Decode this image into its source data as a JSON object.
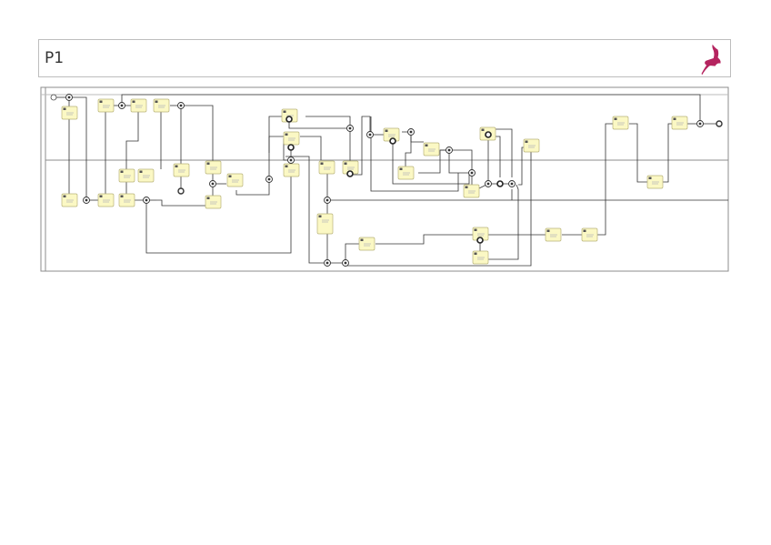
{
  "header": {
    "title": "P1",
    "logo_icon": "antelope-logo-icon",
    "logo_color": "#b5245f"
  },
  "diagram": {
    "type": "bpmn-process",
    "pool_count": 1,
    "lane_count": 2,
    "colors": {
      "task_fill": "#fbf8c4",
      "task_stroke": "#b8b27a",
      "line": "#333333",
      "pool_stroke": "#8c8c8c"
    }
  }
}
